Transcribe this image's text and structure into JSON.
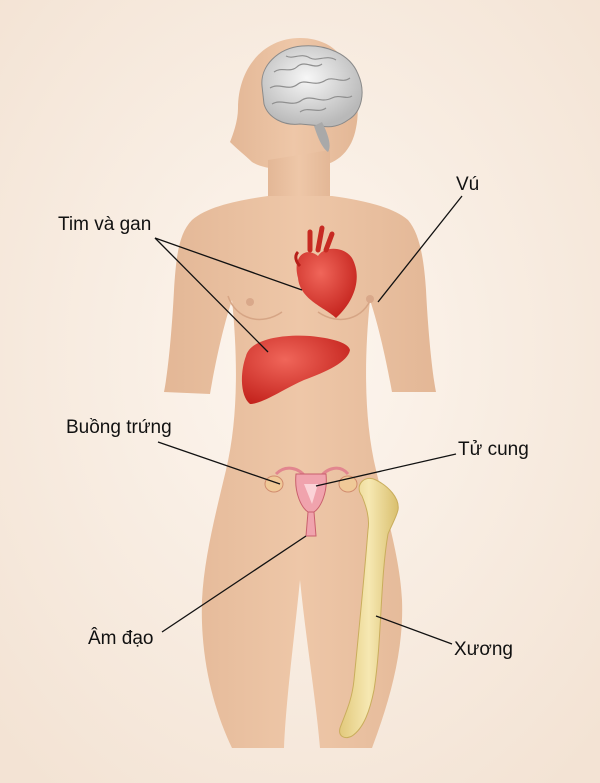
{
  "labels": {
    "heart_liver": "Tim và gan",
    "breast": "Vú",
    "ovary": "Buồng trứng",
    "uterus": "Tử cung",
    "vagina": "Âm đạo",
    "bone": "Xương"
  },
  "colors": {
    "background": "#f6eadf",
    "skin": "#ebc3a3",
    "organ_red": "#d8342c",
    "uterus_pink": "#f0a3ad",
    "bone": "#efdd9c",
    "brain": "#e2e2e2"
  }
}
